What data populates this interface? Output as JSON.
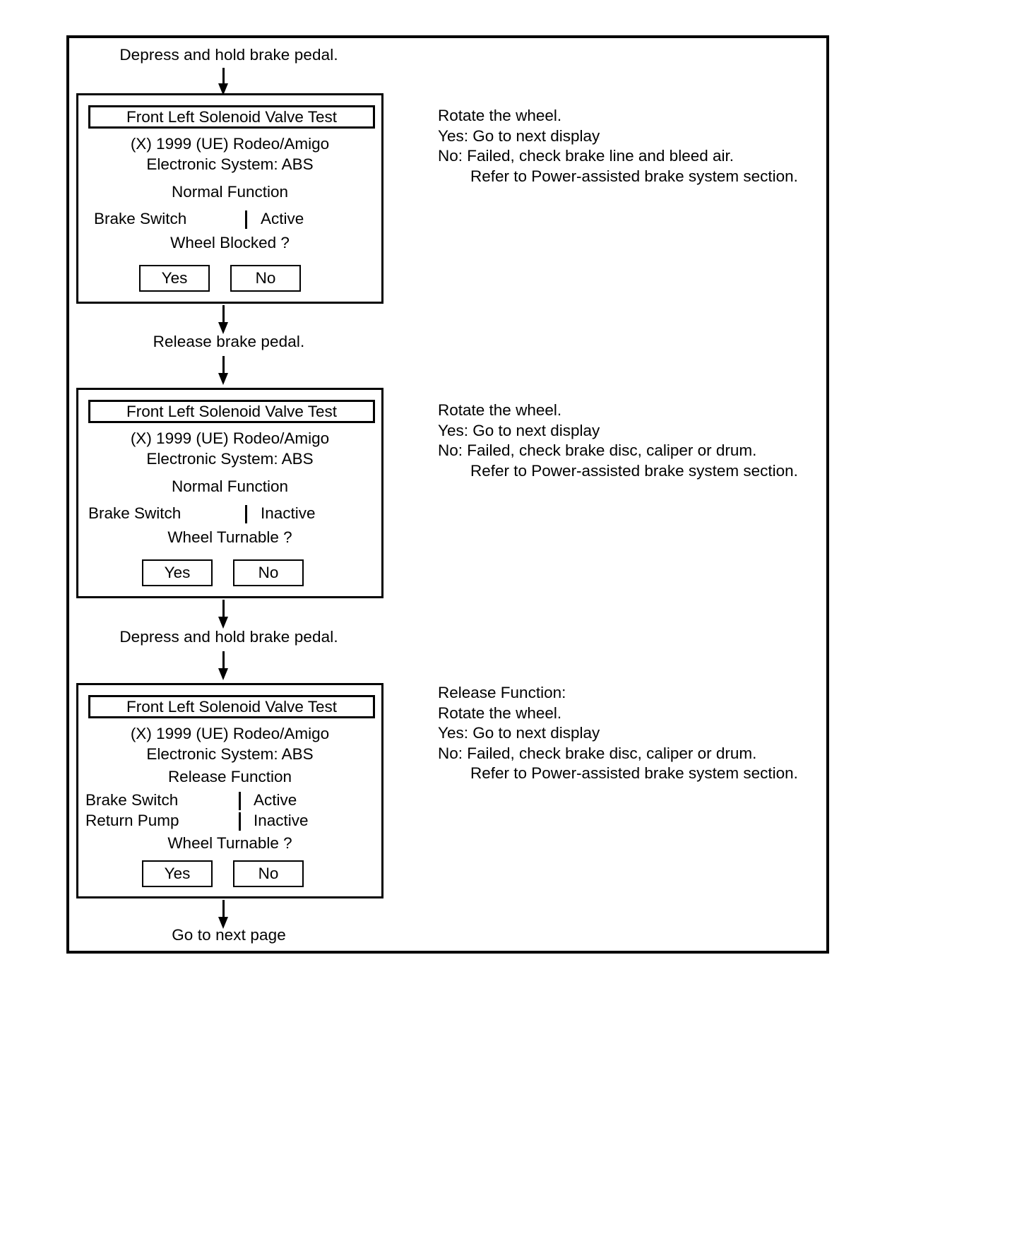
{
  "document": {
    "title": "Front Left Solenoid Valve Test flow chart",
    "ink_color": "#000000",
    "paper_color": "#ffffff"
  },
  "flow": {
    "caption_top": "Depress and hold brake pedal.",
    "caption_mid1": "Release brake pedal.",
    "caption_mid2": "Depress and hold brake pedal.",
    "caption_bottom": "Go to next page"
  },
  "panels": [
    {
      "title": "Front Left Solenoid Valve Test",
      "vehicle": "(X) 1999  (UE) Rodeo/Amigo",
      "system": "Electronic System: ABS",
      "function": "Normal Function",
      "rows": [
        {
          "label": "Brake Switch",
          "value": "Active"
        }
      ],
      "question": "Wheel Blocked ?",
      "buttons": {
        "yes": "Yes",
        "no": "No"
      }
    },
    {
      "title": "Front Left Solenoid Valve Test",
      "vehicle": "(X) 1999  (UE) Rodeo/Amigo",
      "system": "Electronic System: ABS",
      "function": "Normal Function",
      "rows": [
        {
          "label": "Brake Switch",
          "value": "Inactive"
        }
      ],
      "question": "Wheel Turnable ?",
      "buttons": {
        "yes": "Yes",
        "no": "No"
      }
    },
    {
      "title": "Front Left Solenoid Valve Test",
      "vehicle": "(X) 1999  (UE) Rodeo/Amigo",
      "system": "Electronic System: ABS",
      "function": "Release Function",
      "rows": [
        {
          "label": "Brake Switch",
          "value": "Active"
        },
        {
          "label": "Return Pump",
          "value": "Inactive"
        }
      ],
      "question": "Wheel Turnable ?",
      "buttons": {
        "yes": "Yes",
        "no": "No"
      }
    }
  ],
  "notes": [
    {
      "l1": "Rotate the wheel.",
      "l2": "Yes: Go to next display",
      "l3": "No:  Failed, check brake line and bleed air.",
      "l4": "Refer to Power-assisted brake system section."
    },
    {
      "l1": "Rotate the wheel.",
      "l2": "Yes: Go to next display",
      "l3": "No:  Failed, check brake disc, caliper or drum.",
      "l4": "Refer to Power-assisted brake system section."
    },
    {
      "l0": "Release Function:",
      "l1": "Rotate the wheel.",
      "l2": "Yes: Go to next display",
      "l3": "No:  Failed, check brake disc, caliper or drum.",
      "l4": "Refer to Power-assisted brake system section."
    }
  ]
}
